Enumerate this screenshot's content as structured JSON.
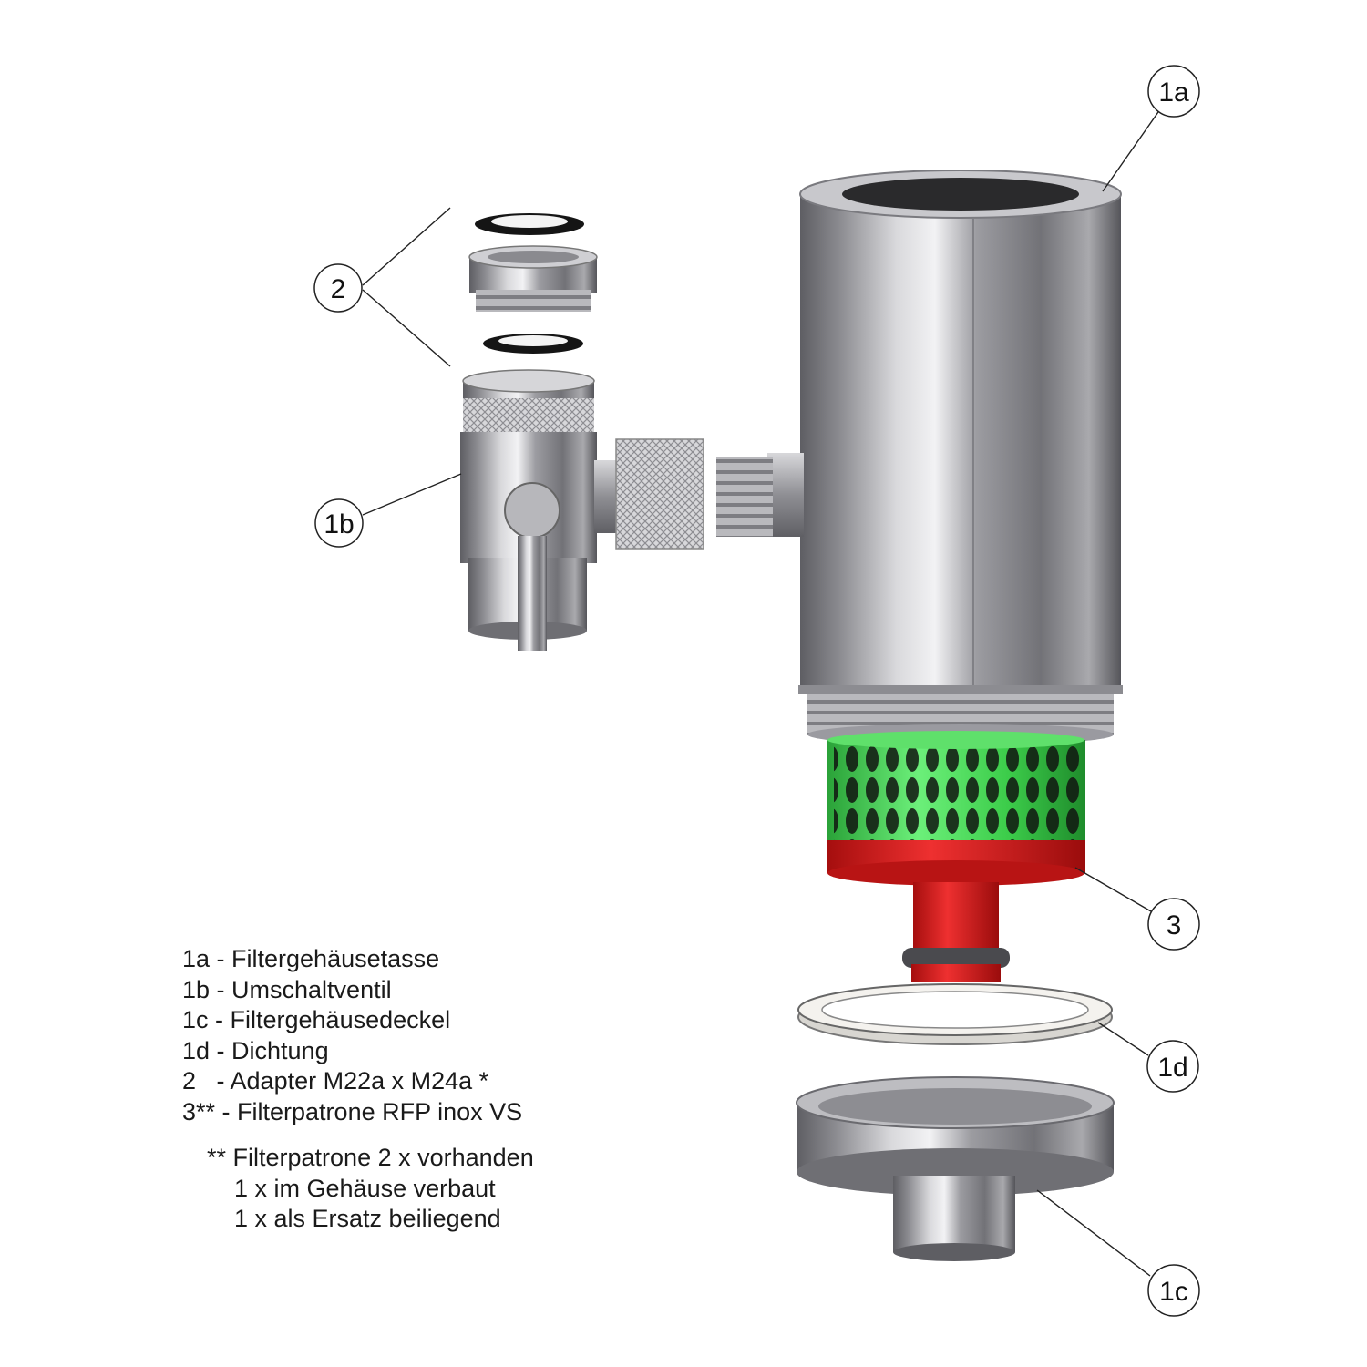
{
  "callouts": {
    "c1a": "1a",
    "c1b": "1b",
    "c1c": "1c",
    "c1d": "1d",
    "c2": "2",
    "c3": "3"
  },
  "legend": [
    "1a - Filtergehäusetasse",
    "1b - Umschaltventil",
    "1c - Filtergehäusedeckel",
    "1d - Dichtung",
    "2   - Adapter M22a x M24a *",
    "3** - Filterpatrone RFP inox VS"
  ],
  "note": [
    "** Filterpatrone 2 x vorhanden",
    "    1 x im Gehäuse verbaut",
    "    1 x als Ersatz beiliegend"
  ],
  "colors": {
    "steel_dark": "#6e6e72",
    "steel_light": "#e6e6e8",
    "filter_green": "#3fcf4a",
    "cartridge_red": "#d81e1e",
    "seal_white": "#f4f2ee",
    "gasket_black": "#151515"
  }
}
